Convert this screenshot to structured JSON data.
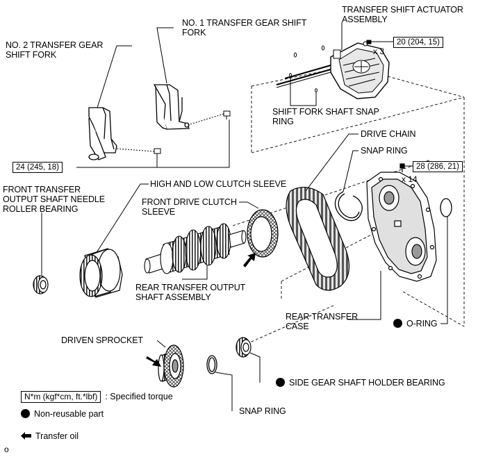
{
  "labels": {
    "transfer_shift_actuator": [
      "TRANSFER SHIFT ACTUATOR",
      "ASSEMBLY"
    ],
    "no1_shift_fork": [
      "NO. 1 TRANSFER GEAR SHIFT",
      "FORK"
    ],
    "no2_shift_fork": [
      "NO. 2 TRANSFER GEAR",
      "SHIFT FORK"
    ],
    "shift_fork_shaft_snap_ring": [
      "SHIFT FORK SHAFT SNAP",
      "RING"
    ],
    "drive_chain": "DRIVE CHAIN",
    "snap_ring_upper": "SNAP RING",
    "front_output_bearing": [
      "FRONT TRANSFER",
      "OUTPUT SHAFT NEEDLE",
      "ROLLER BEARING"
    ],
    "high_low_clutch_sleeve": "HIGH AND LOW CLUTCH SLEEVE",
    "front_drive_clutch_sleeve": [
      "FRONT DRIVE CLUTCH",
      "SLEEVE"
    ],
    "rear_output_shaft": [
      "REAR TRANSFER OUTPUT",
      "SHAFT ASSEMBLY"
    ],
    "rear_transfer_case": [
      "REAR TRANSFER",
      "CASE"
    ],
    "o_ring": "O-RING",
    "driven_sprocket": "DRIVEN SPROCKET",
    "side_gear_bearing": "SIDE GEAR SHAFT HOLDER BEARING",
    "snap_ring_lower": "SNAP RING"
  },
  "torque": {
    "actuator_bolt": "20 (204, 15)",
    "actuator_bolt_qty": "x 3",
    "case_bolt": "28 (286, 21)",
    "case_bolt_qty": "x 14",
    "fork_bolt": "24 (245, 18)"
  },
  "legend": {
    "torque_unit": "N*m (kgf*cm, ft.*lbf)",
    "torque_desc": ": Specified torque",
    "non_reusable": "Non-reusable part",
    "transfer_oil": "Transfer oil"
  },
  "footer_mark": "o",
  "colors": {
    "line": "#000000",
    "fill": "#ffffff",
    "gray": "#d8d8d8",
    "dark": "#555555"
  }
}
